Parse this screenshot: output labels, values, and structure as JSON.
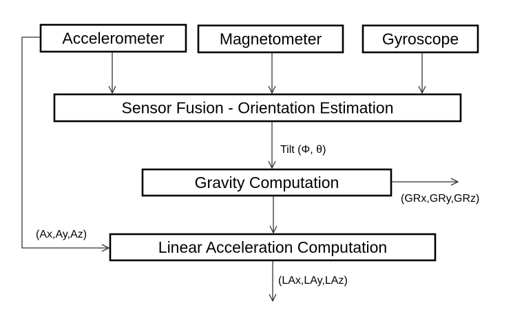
{
  "nodes": {
    "accelerometer": "Accelerometer",
    "magnetometer": "Magnetometer",
    "gyroscope": "Gyroscope",
    "sensor_fusion": "Sensor Fusion - Orientation Estimation",
    "gravity": "Gravity Computation",
    "linear_accel": "Linear Acceleration Computation"
  },
  "edges": {
    "tilt": "Tilt (Φ, θ)",
    "gravity_output": "(GRx,GRy,GRz)",
    "accel_input": "(Ax,Ay,Az)",
    "linear_output": "(LAx,LAy,LAz)"
  },
  "colors": {
    "box_stroke": "#000000",
    "arrow": "#333333",
    "background": "#ffffff"
  }
}
